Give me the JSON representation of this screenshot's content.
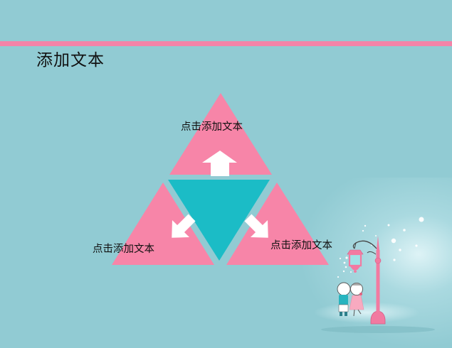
{
  "slide": {
    "title": "添加文本",
    "colors": {
      "background": "#91cbd3",
      "accent_bar": "#f384a8",
      "triangle_pink": "#f785a8",
      "triangle_teal": "#1bbcc6",
      "arrow": "#ffffff"
    }
  },
  "diagram": {
    "top": {
      "label": "点击添加文本",
      "arrow": "arrow-up-icon"
    },
    "left": {
      "label": "点击添加文本",
      "arrow": "arrow-down-left-icon"
    },
    "right": {
      "label": "点击添加文本",
      "arrow": "arrow-down-right-icon"
    },
    "center": {
      "shape": "inverted-triangle"
    }
  },
  "illustration": {
    "subject": "couple-under-street-lamp"
  }
}
